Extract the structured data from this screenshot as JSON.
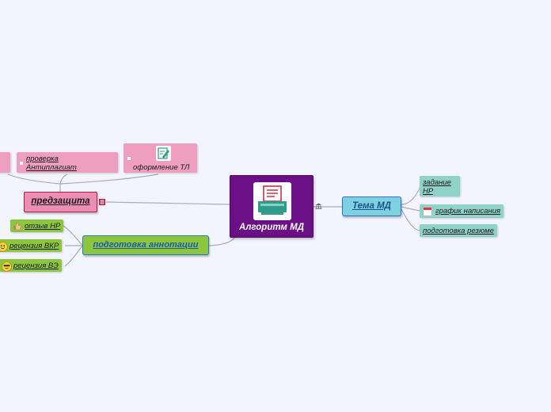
{
  "central": {
    "label": "Алгоритм МД",
    "icon": "printer-document-icon",
    "color": "#6b0f86"
  },
  "right_branch": {
    "label": "Тема  МД",
    "marker_icon": "bank-icon",
    "children": [
      {
        "label_line1": "задание",
        "label_line2": "НР"
      },
      {
        "label": "график написания",
        "icon": "calendar-icon"
      },
      {
        "label": "подготовка резюме"
      }
    ]
  },
  "left_top_branch": {
    "label": "предзащита",
    "marker_icon": "list-icon",
    "children": [
      {
        "label_line1": "проверка",
        "label_line2": "Антиплагиат"
      },
      {
        "label": "оформление ТЛ",
        "icon": "edit-document-icon"
      }
    ]
  },
  "left_bottom_branch": {
    "label": "подготовка аннотации",
    "children": [
      {
        "label": "отзыв НР",
        "icon": "thumbs-up-icon"
      },
      {
        "label": "рецензия ВКР",
        "icon": "smiley-icon"
      },
      {
        "label": "рецензия ВЭ",
        "icon": "cool-face-icon"
      }
    ]
  },
  "colors": {
    "background": "#f3f5fe",
    "blue_topic": "#7fd0e0",
    "teal_subtopic": "#8fd2c7",
    "pink_topic": "#ec8db3",
    "green_topic": "#8cc63f"
  }
}
